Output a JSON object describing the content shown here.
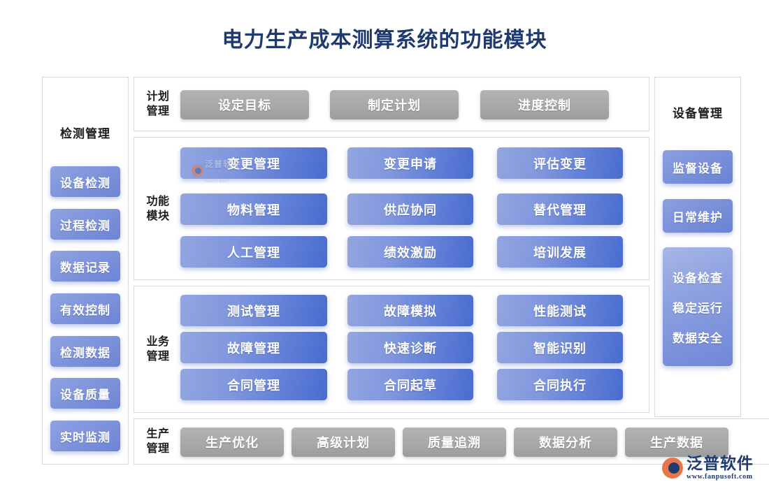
{
  "page": {
    "title": "电力生产成本测算系统的功能模块",
    "title_color": "#1e3a6e",
    "background": "#ffffff"
  },
  "left_sidebar": {
    "title": "检测管理",
    "items": [
      {
        "label": "设备检测"
      },
      {
        "label": "过程检测"
      },
      {
        "label": "数据记录"
      },
      {
        "label": "有效控制"
      },
      {
        "label": "检测数据"
      },
      {
        "label": "设备质量"
      },
      {
        "label": "实时监测"
      }
    ]
  },
  "right_sidebar": {
    "title": "设备管理",
    "items": [
      {
        "label": "监督设备"
      },
      {
        "label": "日常维护"
      }
    ],
    "status_box": {
      "lines": [
        "设备检查",
        "稳定运行",
        "数据安全"
      ]
    }
  },
  "rows": {
    "plan": {
      "label": "计划\n管理",
      "label_l1": "计划",
      "label_l2": "管理",
      "style": "gray",
      "buttons": [
        {
          "label": "设定目标"
        },
        {
          "label": "制定计划"
        },
        {
          "label": "进度控制"
        }
      ]
    },
    "function": {
      "label_l1": "功能",
      "label_l2": "模块",
      "style": "blue",
      "grid": [
        [
          {
            "label": "变更管理"
          },
          {
            "label": "变更申请"
          },
          {
            "label": "评估变更"
          }
        ],
        [
          {
            "label": "物料管理"
          },
          {
            "label": "供应协同"
          },
          {
            "label": "替代管理"
          }
        ],
        [
          {
            "label": "人工管理"
          },
          {
            "label": "绩效激励"
          },
          {
            "label": "培训发展"
          }
        ]
      ]
    },
    "business": {
      "label_l1": "业务",
      "label_l2": "管理",
      "style": "blue",
      "grid": [
        [
          {
            "label": "测试管理"
          },
          {
            "label": "故障模拟"
          },
          {
            "label": "性能测试"
          }
        ],
        [
          {
            "label": "故障管理"
          },
          {
            "label": "快速诊断"
          },
          {
            "label": "智能识别"
          }
        ],
        [
          {
            "label": "合同管理"
          },
          {
            "label": "合同起草"
          },
          {
            "label": "合同执行"
          }
        ]
      ]
    },
    "production": {
      "label_l1": "生产",
      "label_l2": "管理",
      "style": "gray",
      "buttons": [
        {
          "label": "生产优化"
        },
        {
          "label": "高级计划"
        },
        {
          "label": "质量追溯"
        },
        {
          "label": "数据分析"
        },
        {
          "label": "生产数据"
        }
      ]
    }
  },
  "watermark": {
    "name": "泛普软件",
    "url": "FANPU SOFT"
  },
  "brand": {
    "name": "泛普软件",
    "url": "www.fanpusoft.com",
    "mark_color": "#e8764a",
    "text_color": "#1e3a6e"
  },
  "colors": {
    "blue_light": "#93a6e0",
    "blue_dark": "#4a6ccf",
    "gray_button": "#a8a8a8",
    "panel_border": "#d5d8de"
  }
}
